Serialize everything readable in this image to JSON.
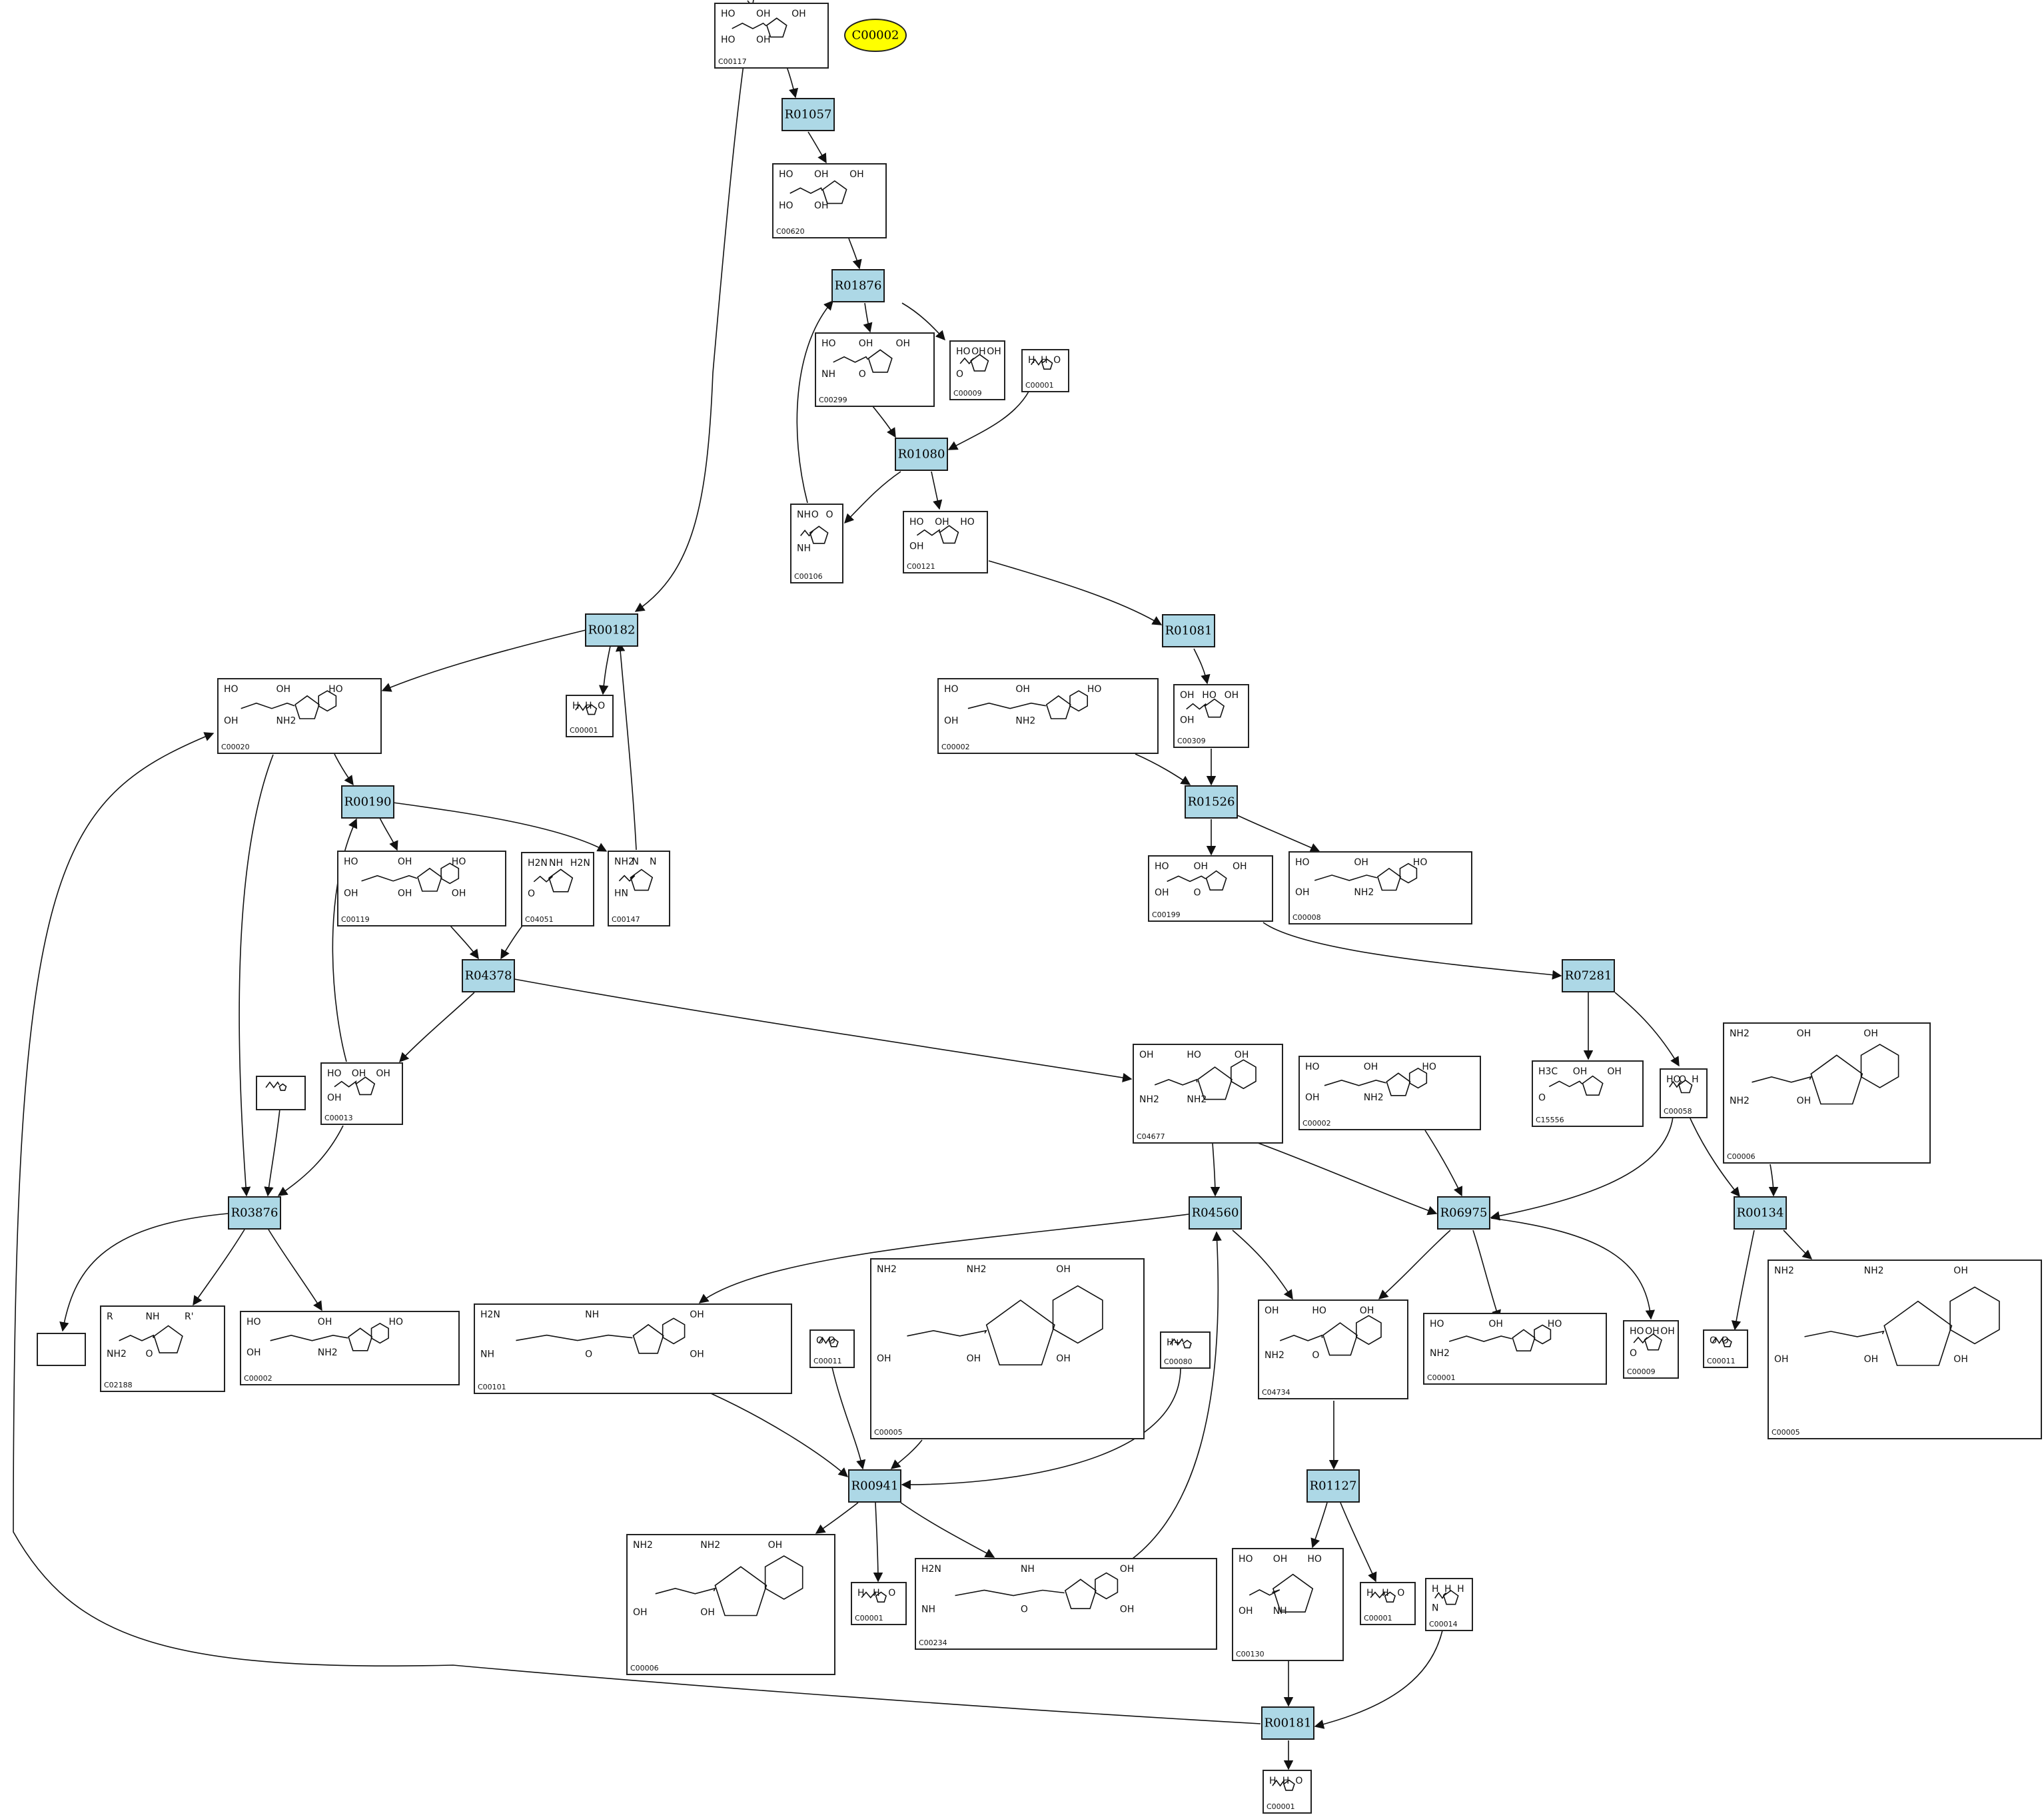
{
  "diagram": {
    "type": "metabolic-pathway",
    "start_node": "C00002",
    "reactions": [
      "R01057",
      "R01876",
      "R01080",
      "R01081",
      "R00182",
      "R00190",
      "R04378",
      "R01526",
      "R07281",
      "R03876",
      "R04560",
      "R06975",
      "R00134",
      "R00941",
      "R01127",
      "R00181"
    ],
    "compounds": [
      {
        "key": "c00117",
        "id": "C00117",
        "labels": [
          "HO",
          "OH",
          "OH",
          "HO",
          "OH"
        ]
      },
      {
        "key": "c00620",
        "id": "C00620",
        "labels": [
          "HO",
          "OH",
          "OH",
          "HO",
          "OH"
        ]
      },
      {
        "key": "c00299",
        "id": "C00299",
        "labels": [
          "HO",
          "OH",
          "OH",
          "NH",
          "O"
        ]
      },
      {
        "key": "c00009a",
        "id": "C00009",
        "labels": [
          "HO",
          "OH",
          "OH",
          "O"
        ]
      },
      {
        "key": "c00001a",
        "id": "C00001",
        "labels": [
          "H",
          "H",
          "O"
        ]
      },
      {
        "key": "c00106",
        "id": "C00106",
        "labels": [
          "NH",
          "O",
          "O",
          "NH"
        ]
      },
      {
        "key": "c00121",
        "id": "C00121",
        "labels": [
          "HO",
          "OH",
          "HO",
          "OH"
        ]
      },
      {
        "key": "c00001b",
        "id": "C00001",
        "labels": [
          "H",
          "H",
          "O"
        ]
      },
      {
        "key": "c00020",
        "id": "C00020",
        "labels": [
          "HO",
          "OH",
          "HO",
          "OH",
          "NH2"
        ]
      },
      {
        "key": "c00002a",
        "id": "C00002",
        "labels": [
          "HO",
          "OH",
          "HO",
          "OH",
          "NH2"
        ]
      },
      {
        "key": "c00309",
        "id": "C00309",
        "labels": [
          "OH",
          "HO",
          "OH",
          "OH"
        ]
      },
      {
        "key": "c00119",
        "id": "C00119",
        "labels": [
          "HO",
          "OH",
          "HO",
          "OH",
          "OH",
          "OH"
        ]
      },
      {
        "key": "c04051",
        "id": "C04051",
        "labels": [
          "H2N",
          "NH",
          "H2N",
          "O"
        ]
      },
      {
        "key": "c00147",
        "id": "C00147",
        "labels": [
          "NH2",
          "N",
          "N",
          "HN"
        ]
      },
      {
        "key": "c00199",
        "id": "C00199",
        "labels": [
          "HO",
          "OH",
          "OH",
          "OH",
          "O"
        ]
      },
      {
        "key": "c00008",
        "id": "C00008",
        "labels": [
          "HO",
          "OH",
          "HO",
          "OH",
          "NH2"
        ]
      },
      {
        "key": "c00013",
        "id": "C00013",
        "labels": [
          "HO",
          "OH",
          "OH",
          "OH"
        ]
      },
      {
        "key": "c00blank1",
        "id": "",
        "labels": []
      },
      {
        "key": "c04677",
        "id": "C04677",
        "labels": [
          "OH",
          "HO",
          "OH",
          "NH2",
          "NH2"
        ]
      },
      {
        "key": "c00002b",
        "id": "C00002",
        "labels": [
          "HO",
          "OH",
          "HO",
          "OH",
          "NH2"
        ]
      },
      {
        "key": "c15556",
        "id": "C15556",
        "labels": [
          "H3C",
          "OH",
          "OH",
          "O"
        ]
      },
      {
        "key": "c00058",
        "id": "C00058",
        "labels": [
          "HO",
          "O",
          "H"
        ]
      },
      {
        "key": "c00006a",
        "id": "C00006",
        "labels": [
          "NH2",
          "OH",
          "OH",
          "NH2",
          "OH"
        ]
      },
      {
        "key": "c00blank2",
        "id": "",
        "labels": []
      },
      {
        "key": "c02188",
        "id": "C02188",
        "labels": [
          "R",
          "NH",
          "R'",
          "NH2",
          "O"
        ]
      },
      {
        "key": "c00002c",
        "id": "C00002",
        "labels": [
          "HO",
          "OH",
          "HO",
          "OH",
          "NH2"
        ]
      },
      {
        "key": "c00101",
        "id": "C00101",
        "labels": [
          "H2N",
          "NH",
          "OH",
          "NH",
          "O",
          "OH"
        ]
      },
      {
        "key": "c00011a",
        "id": "C00011",
        "labels": [
          "O",
          "O"
        ]
      },
      {
        "key": "c00005a",
        "id": "C00005",
        "labels": [
          "NH2",
          "NH2",
          "OH",
          "OH",
          "OH",
          "OH"
        ]
      },
      {
        "key": "c00080",
        "id": "C00080",
        "labels": [
          "H+"
        ]
      },
      {
        "key": "c04734",
        "id": "C04734",
        "labels": [
          "OH",
          "HO",
          "OH",
          "NH2",
          "O"
        ]
      },
      {
        "key": "c00001c",
        "id": "C00001",
        "labels": [
          "HO",
          "OH",
          "HO",
          "NH2"
        ]
      },
      {
        "key": "c00009b",
        "id": "C00009",
        "labels": [
          "HO",
          "OH",
          "OH",
          "O"
        ]
      },
      {
        "key": "c00011b",
        "id": "C00011",
        "labels": [
          "O",
          "O"
        ]
      },
      {
        "key": "c00005b",
        "id": "C00005",
        "labels": [
          "NH2",
          "NH2",
          "OH",
          "OH",
          "OH",
          "OH"
        ]
      },
      {
        "key": "c00006b",
        "id": "C00006",
        "labels": [
          "NH2",
          "NH2",
          "OH",
          "OH",
          "OH"
        ]
      },
      {
        "key": "c00001d",
        "id": "C00001",
        "labels": [
          "H",
          "H",
          "O"
        ]
      },
      {
        "key": "c00234",
        "id": "C00234",
        "labels": [
          "H2N",
          "NH",
          "OH",
          "NH",
          "O",
          "OH"
        ]
      },
      {
        "key": "c00130",
        "id": "C00130",
        "labels": [
          "HO",
          "OH",
          "HO",
          "OH",
          "NH"
        ]
      },
      {
        "key": "c00001e",
        "id": "C00001",
        "labels": [
          "H",
          "H",
          "O"
        ]
      },
      {
        "key": "c00014",
        "id": "C00014",
        "labels": [
          "H",
          "H",
          "H",
          "N"
        ]
      },
      {
        "key": "c00001f",
        "id": "C00001",
        "labels": [
          "H",
          "H",
          "O"
        ]
      }
    ]
  }
}
